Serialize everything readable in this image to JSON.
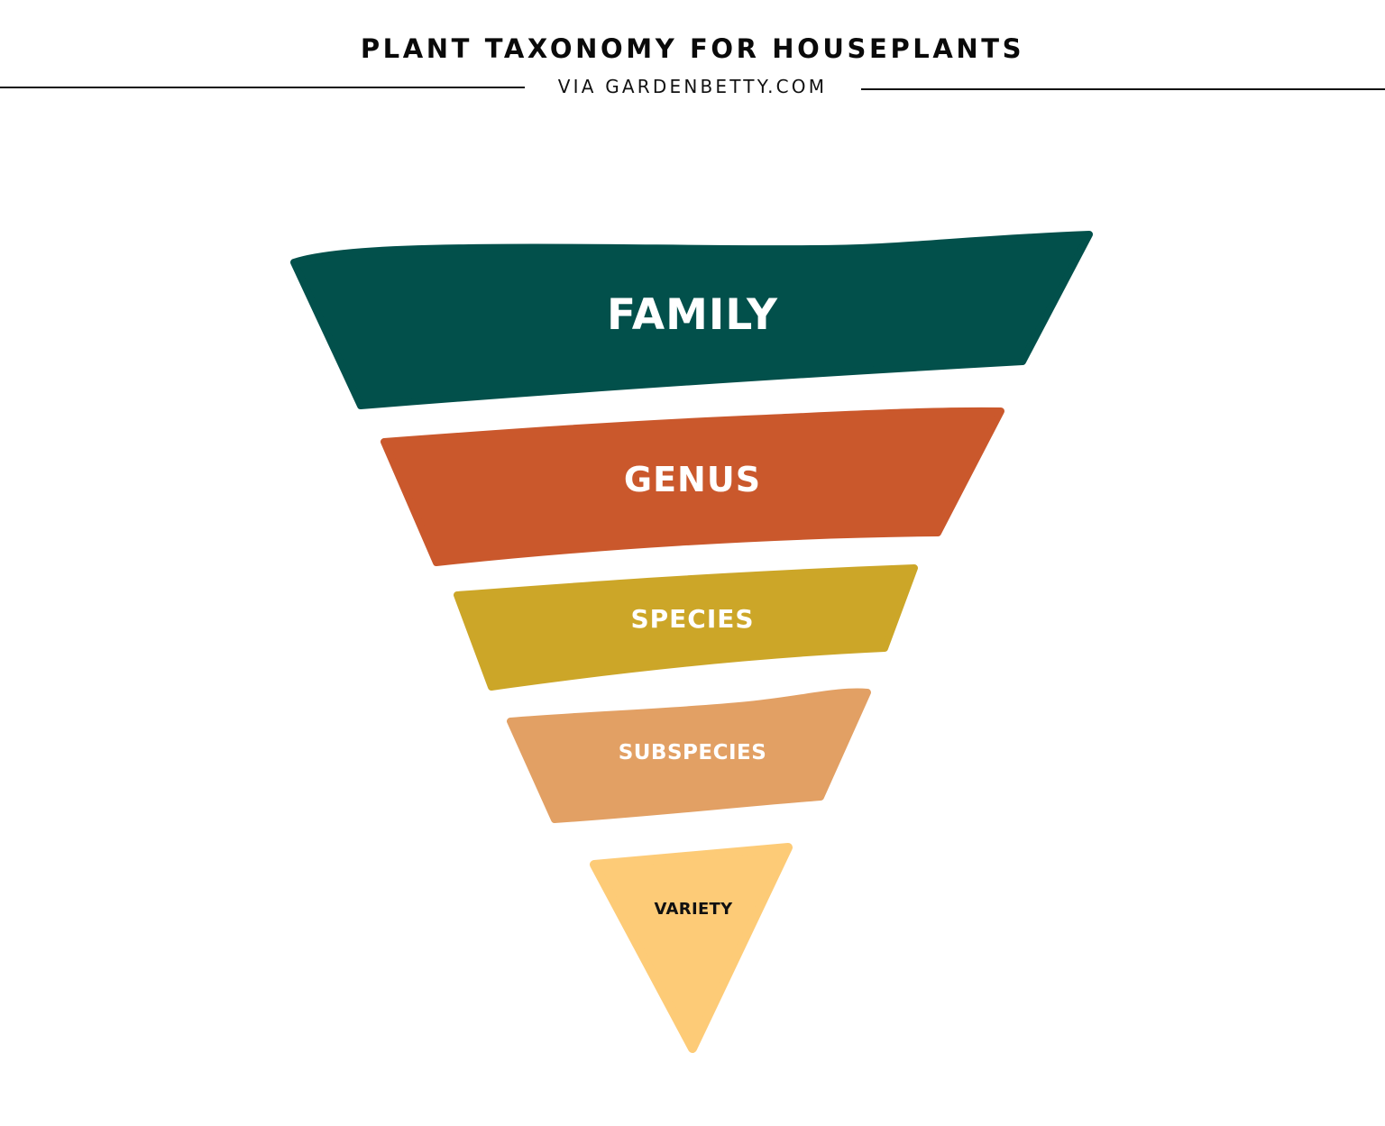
{
  "header": {
    "title": "PLANT TAXONOMY FOR HOUSEPLANTS",
    "subtitle": "VIA GARDENBETTY.COM"
  },
  "funnel": {
    "levels": [
      {
        "label": "FAMILY",
        "color": "#02504B",
        "text_color": "#FFFFFF"
      },
      {
        "label": "GENUS",
        "color": "#CA582C",
        "text_color": "#FFFFFF"
      },
      {
        "label": "SPECIES",
        "color": "#CCA628",
        "text_color": "#FFFFFF"
      },
      {
        "label": "SUBSPECIES",
        "color": "#E2A064",
        "text_color": "#FFFFFF"
      },
      {
        "label": "VARIETY",
        "color": "#FDCB77",
        "text_color": "#111111"
      }
    ]
  }
}
